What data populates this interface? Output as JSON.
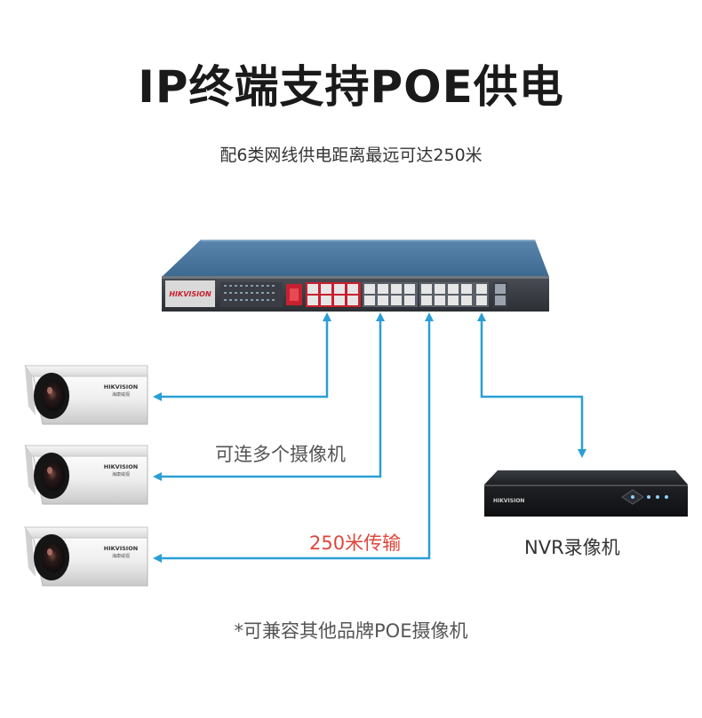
{
  "title": "IP终端支持POE供电",
  "subtitle": "配6类网线供电距离最远可达250米",
  "switch": {
    "brand": "HIKVISION"
  },
  "cameras": [
    {
      "brand": "HIKVISION",
      "sub_brand": "海康威视"
    },
    {
      "brand": "HIKVISION",
      "sub_brand": "海康威视"
    },
    {
      "brand": "HIKVISION",
      "sub_brand": "海康威视"
    }
  ],
  "labels": {
    "multi_camera": "可连多个摄像机",
    "distance": "250米传输",
    "nvr": "NVR录像机"
  },
  "nvr": {
    "brand": "HIKVISION"
  },
  "footnote": "*可兼容其他品牌POE摄像机",
  "colors": {
    "connection_line": "#2a9fd6",
    "distance_text": "#e0463a",
    "switch_body": "#3f6a90"
  }
}
